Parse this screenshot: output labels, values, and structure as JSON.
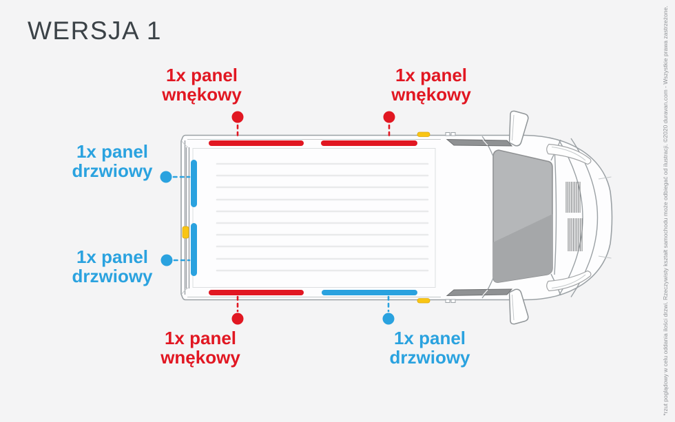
{
  "title": "WERSJA 1",
  "colors": {
    "red": "#e11722",
    "blue": "#2aa2df",
    "yellow": "#f9c513"
  },
  "annotations": {
    "top_left": {
      "line1": "1x panel",
      "line2": "wnękowy",
      "color": "red"
    },
    "top_right": {
      "line1": "1x panel",
      "line2": "wnękowy",
      "color": "red"
    },
    "left_upper": {
      "line1": "1x panel",
      "line2": "drzwiowy",
      "color": "blue"
    },
    "left_lower": {
      "line1": "1x panel",
      "line2": "drzwiowy",
      "color": "blue"
    },
    "bottom_left": {
      "line1": "1x panel",
      "line2": "wnękowy",
      "color": "red"
    },
    "bottom_right": {
      "line1": "1x panel",
      "line2": "drzwiowy",
      "color": "blue"
    }
  },
  "footnote": "*rzut poglądowy w celu oddania ilości drzwi. Rzeczywisty kształt samochodu może odbiegać od ilustracji. ©2020 duravan.com - Wszystkie prawa zastrzeżone."
}
